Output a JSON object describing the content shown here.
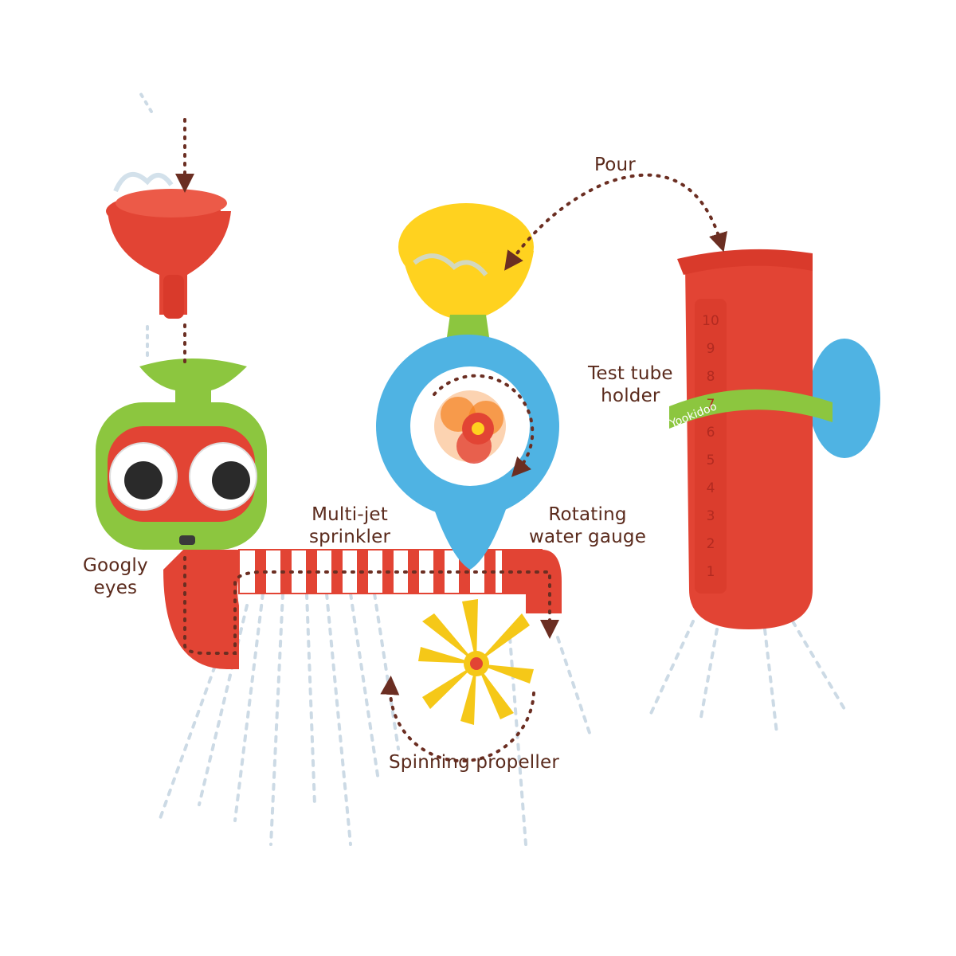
{
  "labels": {
    "pour": "Pour",
    "test_tube_holder": [
      "Test tube",
      "holder"
    ],
    "multi_jet_sprinkler": [
      "Multi-jet",
      "sprinkler"
    ],
    "rotating_water_gauge": [
      "Rotating",
      "water gauge"
    ],
    "googly_eyes": [
      "Googly",
      "eyes"
    ],
    "spinning_propeller": "Spinning propeller"
  },
  "brand": "Yookidoo",
  "tube_scale": [
    "10",
    "9",
    "8",
    "7",
    "6",
    "5",
    "4",
    "3",
    "2",
    "1"
  ],
  "colors": {
    "label_text": "#5a2a1c",
    "arrow_dots": "#6b2e22",
    "toy_red": "#e24434",
    "toy_green": "#8cc63f",
    "toy_blue": "#4fb3e3",
    "toy_yellow": "#ffd21f",
    "toy_orange": "#f58220"
  }
}
